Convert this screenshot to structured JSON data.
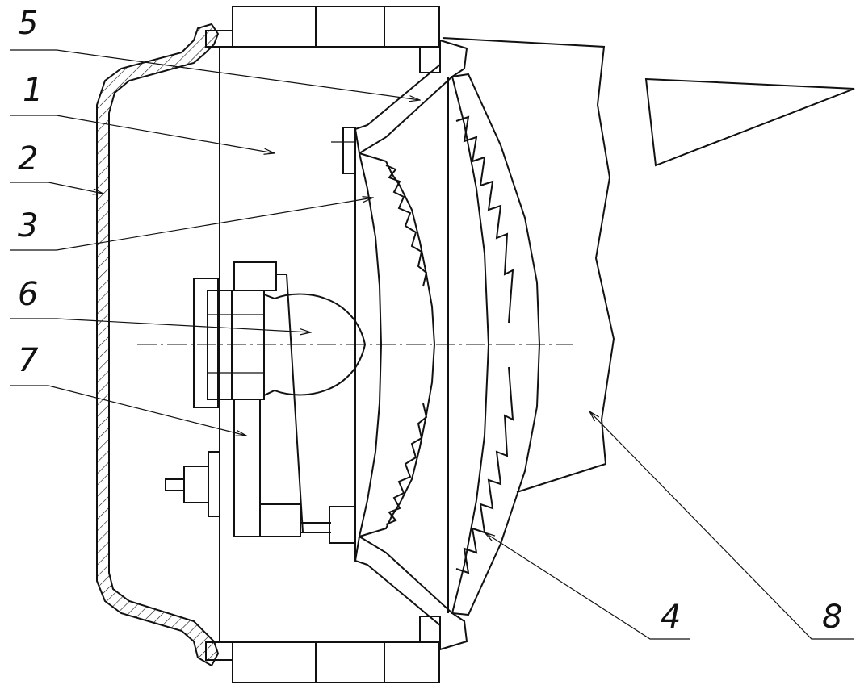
{
  "callouts": [
    {
      "id": "5",
      "text": "5"
    },
    {
      "id": "1",
      "text": "1"
    },
    {
      "id": "2",
      "text": "2"
    },
    {
      "id": "3",
      "text": "3"
    },
    {
      "id": "6",
      "text": "6"
    },
    {
      "id": "7",
      "text": "7"
    },
    {
      "id": "4",
      "text": "4"
    },
    {
      "id": "8",
      "text": "8"
    }
  ]
}
